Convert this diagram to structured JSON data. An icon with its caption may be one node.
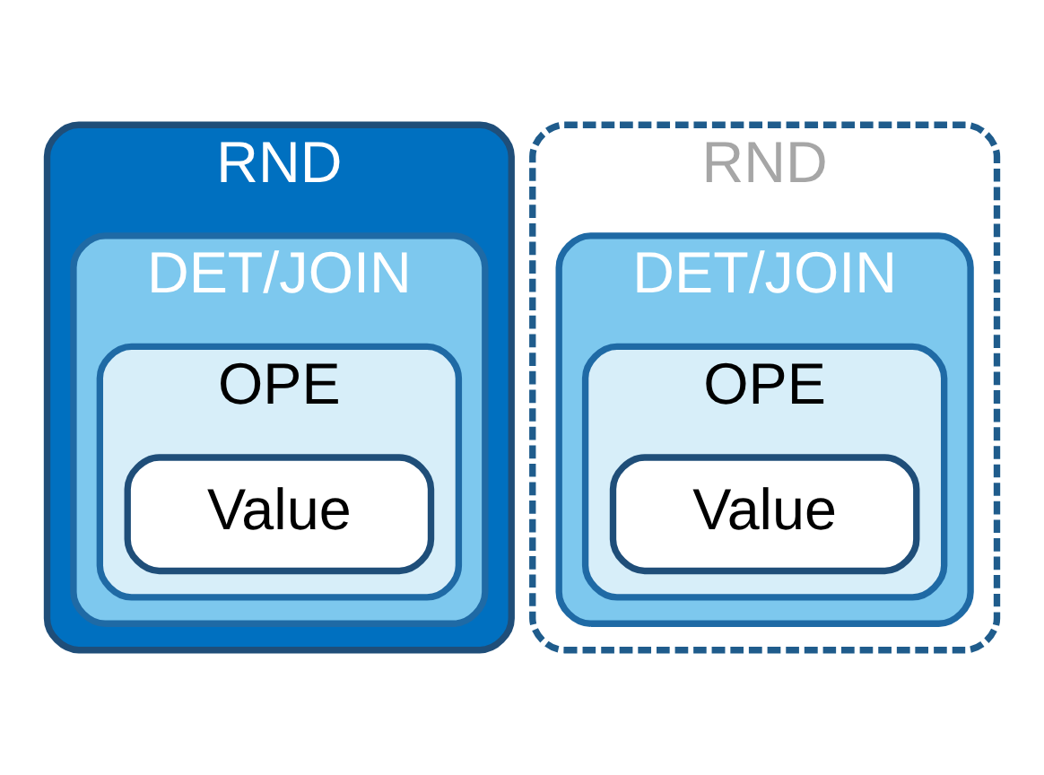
{
  "diagram": {
    "nodes": [
      {
        "text": [
          "RND"
        ]
      },
      {
        "text": [
          "DET/JOIN"
        ],
        "in": 0
      },
      {
        "text": [
          "OPE"
        ],
        "in": 1
      },
      {
        "text": [
          "Value"
        ],
        "in": 2
      },
      {
        "text": [
          "RND"
        ]
      },
      {
        "text": [
          "DET/JOIN"
        ],
        "in": 4
      },
      {
        "text": [
          "OPE"
        ],
        "in": 5
      },
      {
        "text": [
          "Value"
        ],
        "in": 6
      }
    ]
  }
}
